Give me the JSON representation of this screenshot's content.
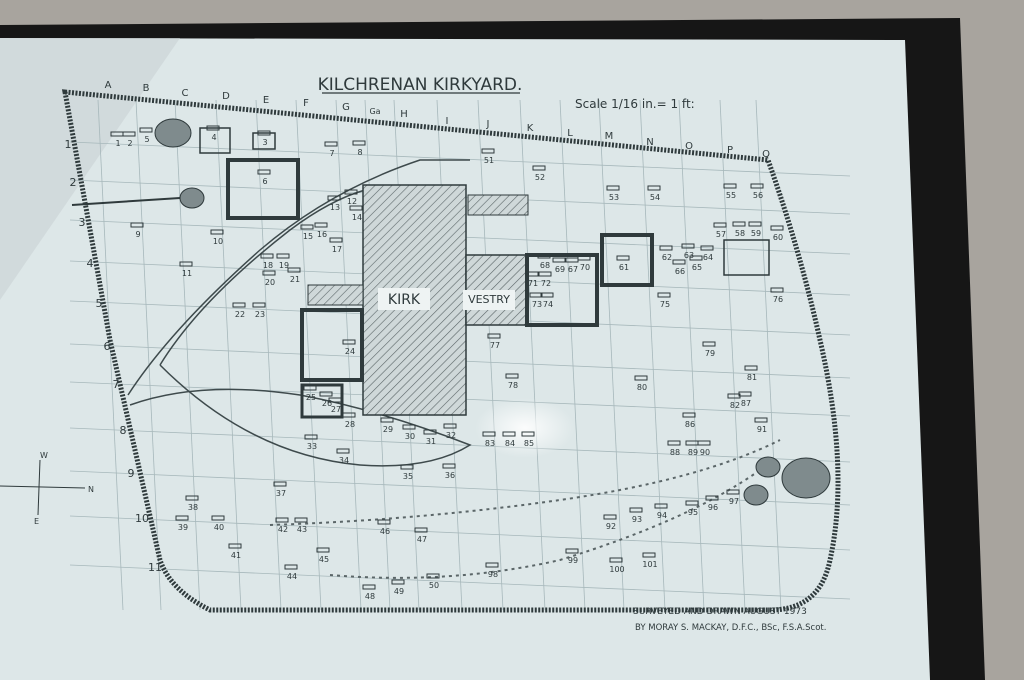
{
  "title": "KILCHRENAN KIRKYARD.",
  "scale": "Scale 1/16 in.= 1 ft:",
  "credit_line1": "SURVEYED AND DRAWN AUGUST 1973",
  "credit_line2": "BY MORAY S. MACKAY, D.F.C., BSc, F.S.A.Scot.",
  "buildings": {
    "kirk": "KIRK",
    "vestry": "VESTRY"
  },
  "compass": {
    "north": "N",
    "west": "W",
    "east": "E"
  },
  "columns": [
    "A",
    "B",
    "C",
    "D",
    "E",
    "F",
    "G",
    "Ga",
    "H",
    "I",
    "J",
    "K",
    "L",
    "M",
    "N",
    "O",
    "P",
    "Q"
  ],
  "rows": [
    "1",
    "2",
    "3",
    "4",
    "5",
    "6",
    "7",
    "8",
    "9",
    "10",
    "11"
  ],
  "plots": [
    "1",
    "2",
    "3",
    "4",
    "5",
    "6",
    "7",
    "8",
    "9",
    "10",
    "11",
    "12",
    "13",
    "14",
    "15",
    "16",
    "17",
    "18",
    "19",
    "20",
    "21",
    "22",
    "23",
    "24",
    "25",
    "26",
    "27",
    "28",
    "29",
    "30",
    "31",
    "32",
    "33",
    "34",
    "35",
    "36",
    "37",
    "38",
    "39",
    "40",
    "41",
    "42",
    "43",
    "44",
    "45",
    "46",
    "47",
    "48",
    "49",
    "50",
    "51",
    "52",
    "53",
    "54",
    "55",
    "56",
    "57",
    "58",
    "59",
    "60",
    "61",
    "62",
    "63",
    "64",
    "65",
    "66",
    "67",
    "68",
    "69",
    "70",
    "71",
    "72",
    "73",
    "74",
    "75",
    "76",
    "77",
    "78",
    "79",
    "80",
    "81",
    "82",
    "83",
    "84",
    "85",
    "86",
    "87",
    "88",
    "89",
    "90",
    "91",
    "92",
    "93",
    "94",
    "95",
    "96",
    "97",
    "98",
    "99",
    "100",
    "101"
  ],
  "colors": {
    "paper": "#dde7e8",
    "ink": "#2f3a3c",
    "grid": "#9fb1b5",
    "frame": "#161616"
  }
}
